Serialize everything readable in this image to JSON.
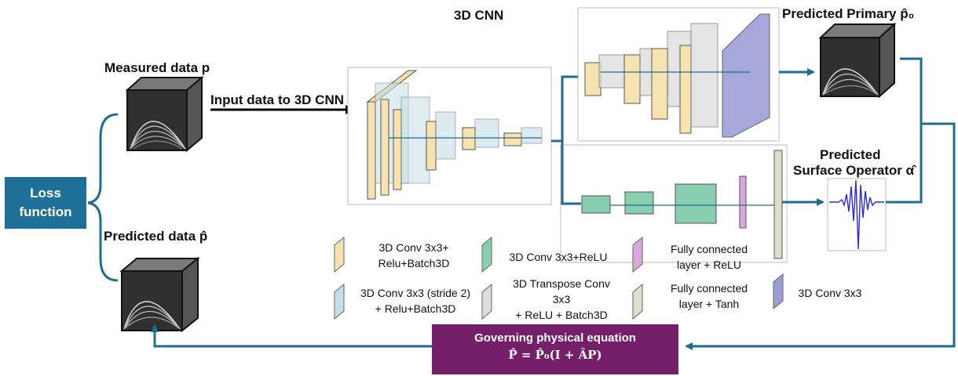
{
  "title": "3D CNN",
  "labels": {
    "measured": "Measured data p",
    "input_arrow": "Input data to 3D CNN",
    "predicted_data": "Predicted data p̂",
    "predicted_primary": "Predicted Primary p̂₀",
    "surface_line1": "Predicted",
    "surface_line2": "Surface Operator α̂"
  },
  "loss": {
    "line1": "Loss",
    "line2": "function"
  },
  "governing": {
    "title": "Governing physical equation",
    "equation": "P̂ = P̂₀(I + ÂP)"
  },
  "legend": [
    {
      "id": "conv",
      "line1": "3D Conv 3x3+",
      "line2": "Relu+Batch3D",
      "color": "#f7e3b0"
    },
    {
      "id": "conv-stride",
      "line1": "3D Conv 3x3 (stride 2)",
      "line2": "+ Relu+Batch3D",
      "color": "#c5dfe6"
    },
    {
      "id": "conv-relu",
      "line1": "3D Conv 3x3+ReLU",
      "color": "#88cfb0"
    },
    {
      "id": "transpose",
      "line1": "3D Transpose Conv",
      "line2": "3x3",
      "line3": "+ ReLU + Batch3D",
      "color": "#dcdcdc"
    },
    {
      "id": "fc-relu",
      "line1": "Fully connected",
      "line2": "layer + ReLU",
      "color": "#dca7dd"
    },
    {
      "id": "fc-tanh",
      "line1": "Fully connected",
      "line2": "layer + Tanh",
      "color": "#dcdfc9"
    },
    {
      "id": "conv-plain",
      "line1": "3D Conv 3x3",
      "color": "#9c9fd6"
    }
  ],
  "colors": {
    "arrow": "#1f6d8e",
    "loss_box": "#1f7099",
    "governing_box": "#751f6b"
  }
}
